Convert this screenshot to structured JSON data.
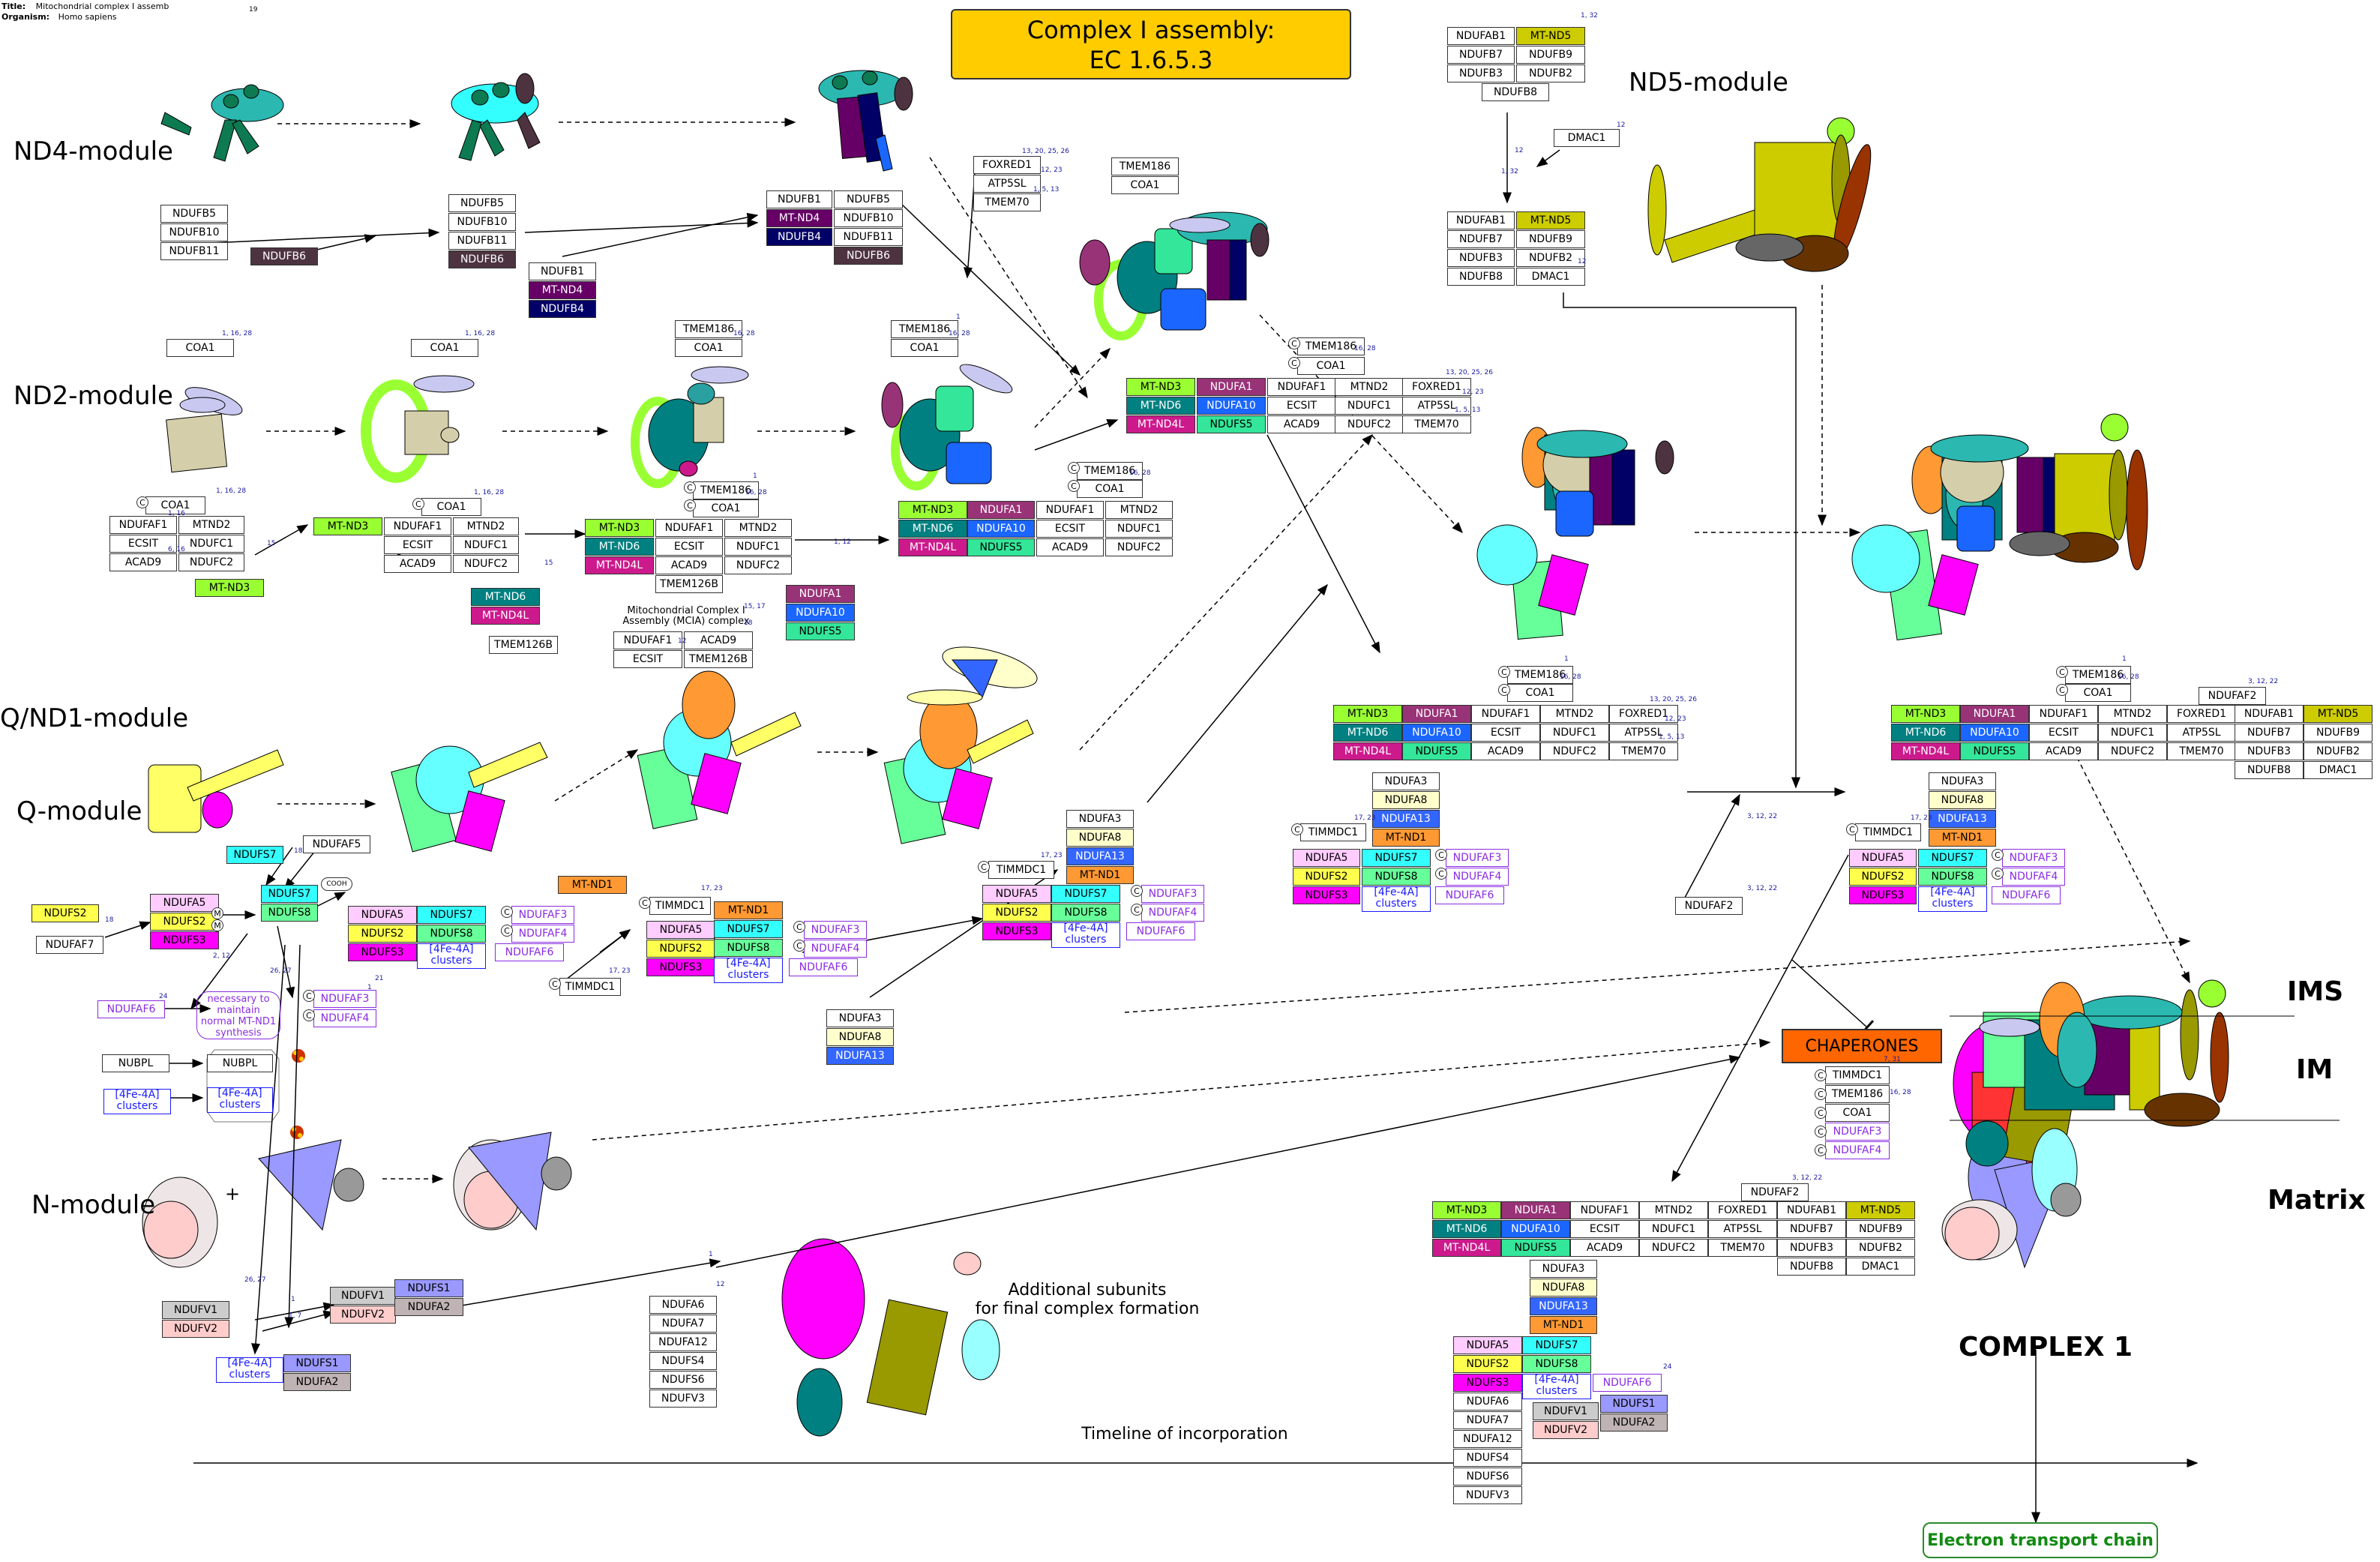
{
  "meta": {
    "title_label": "Title:",
    "title": "Mitochondrial complex I assemb",
    "organism_label": "Organism:",
    "organism": "Homo sapiens",
    "page_num": "19"
  },
  "title": {
    "line1": "Complex I assembly:",
    "line2": "EC 1.6.5.3"
  },
  "modules": {
    "nd4": "ND4-module",
    "nd2": "ND2-module",
    "qnd1": "Q/ND1-module",
    "q": "Q-module",
    "n": "N-module",
    "nd5": "ND5-module"
  },
  "regions": {
    "ims": "IMS",
    "im": "IM",
    "matrix": "Matrix",
    "complex": "COMPLEX 1"
  },
  "notes": {
    "mcia_line1": "Mitochondrial Complex I",
    "mcia_line2": "Assembly (MCIA) complex",
    "necessary_l1": "necessary to",
    "necessary_l2": "maintain",
    "necessary_l3": "normal MT-ND1",
    "necessary_l4": "synthesis",
    "additional_l1": "Additional subunits",
    "additional_l2": "for final complex formation",
    "timeline": "Timeline of incorporation",
    "cooh": "COOH",
    "plus": "+",
    "c": "C",
    "m": "M"
  },
  "chaperones": "CHAPERONES",
  "etc": "Electron transport chain",
  "colors": {
    "mt_nd3": "#99ff33",
    "ndufa1": "#993377",
    "mt_nd6": "#008080",
    "ndufa10": "#1a66ff",
    "mt_nd4l": "#cc1a8c",
    "ndufs5": "#33e699",
    "mt_nd1": "#ff9933",
    "ndufa13": "#3366ff",
    "ndufa8": "#ffffcc",
    "ndufa5": "#ffccff",
    "ndufs2": "#ffff4d",
    "ndufs3": "#ff00ff",
    "ndufs7": "#33ffff",
    "ndufs8": "#66ff99",
    "ndufv2": "#ffcccc",
    "ndufv1": "#cccccc",
    "ndufs1": "#9999ff",
    "ndufa2": "#bfb3b3",
    "ndufb6": "#4d3340",
    "mt_nd4": "#660066",
    "ndufb4": "#000066",
    "mt_nd5": "#cccc00",
    "chaperones": "#ff6600",
    "title": "#ffcc00"
  },
  "labels": {
    "NDUFB5": "NDUFB5",
    "NDUFB10": "NDUFB10",
    "NDUFB11": "NDUFB11",
    "NDUFB6": "NDUFB6",
    "NDUFB1": "NDUFB1",
    "MT-ND4": "MT-ND4",
    "NDUFB4": "NDUFB4",
    "COA1": "COA1",
    "TMEM186": "TMEM186",
    "FOXRED1": "FOXRED1",
    "ATP5SL": "ATP5SL",
    "TMEM70": "TMEM70",
    "NDUFAF1": "NDUFAF1",
    "MTND2": "MTND2",
    "ECSIT": "ECSIT",
    "NDUFC1": "NDUFC1",
    "ACAD9": "ACAD9",
    "NDUFC2": "NDUFC2",
    "MT-ND3": "MT-ND3",
    "MT-ND6": "MT-ND6",
    "MT-ND4L": "MT-ND4L",
    "TMEM126B": "TMEM126B",
    "NDUFA1": "NDUFA1",
    "NDUFA10": "NDUFA10",
    "NDUFS5": "NDUFS5",
    "NDUFAB1": "NDUFAB1",
    "MT-ND5": "MT-ND5",
    "NDUFB7": "NDUFB7",
    "NDUFB9": "NDUFB9",
    "NDUFB3": "NDUFB3",
    "NDUFB2": "NDUFB2",
    "NDUFB8": "NDUFB8",
    "DMAC1": "DMAC1",
    "NDUFAF2": "NDUFAF2",
    "NDUFS7": "NDUFS7",
    "NDUFAF5": "NDUFAF5",
    "NDUFS8": "NDUFS8",
    "NDUFS2": "NDUFS2",
    "NDUFAF7": "NDUFAF7",
    "NDUFA5": "NDUFA5",
    "NDUFS3": "NDUFS3",
    "NDUFAF3": "NDUFAF3",
    "NDUFAF4": "NDUFAF4",
    "NDUFAF6": "NDUFAF6",
    "FE4S4": "[4Fe-4A]",
    "clusters": "clusters",
    "MT-ND1": "MT-ND1",
    "TIMMDC1": "TIMMDC1",
    "NDUFA3": "NDUFA3",
    "NDUFA8": "NDUFA8",
    "NDUFA13": "NDUFA13",
    "NUBPL": "NUBPL",
    "NDUFV1": "NDUFV1",
    "NDUFV2": "NDUFV2",
    "NDUFS1": "NDUFS1",
    "NDUFA2": "NDUFA2",
    "NDUFA6": "NDUFA6",
    "NDUFA7": "NDUFA7",
    "NDUFA12": "NDUFA12",
    "NDUFS4": "NDUFS4",
    "NDUFS6": "NDUFS6",
    "NDUFV3": "NDUFV3"
  },
  "refs": {
    "r1": "1",
    "r12": "12",
    "r1_12": "1, 12",
    "r1_16_28": "1, 16, 28",
    "r16_28": "16, 28",
    "r13_20_25_26": "13, 20, 25, 26",
    "r12_23": "12, 23",
    "r1_5_13": "1, 5, 13",
    "r17_23": "17, 23",
    "r2_12": "2, 12",
    "r26_27": "26, 27",
    "r21": "21",
    "r24": "24",
    "r3_12_22": "3, 12, 22",
    "r1_32": "1, 32",
    "r15_17": "15, 17",
    "r18": "18",
    "r6_16": "6, 16",
    "r15": "15",
    "r1_16": "1, 16",
    "r1_7": "1, 7",
    "r7_31": "7, 31"
  }
}
